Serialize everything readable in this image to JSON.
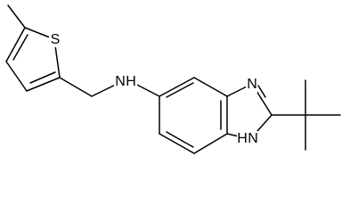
{
  "diagram": {
    "type": "skeletal-structure",
    "colors": {
      "background": "#ffffff",
      "ink": "#000000"
    },
    "atom_labels": {
      "sulfur": "S",
      "amine_nitrogen": "N",
      "amine_hydrogen": "H",
      "imine_nitrogen": "N",
      "ring_nh_hydrogen": "H",
      "ring_nh_nitrogen": "N"
    }
  }
}
